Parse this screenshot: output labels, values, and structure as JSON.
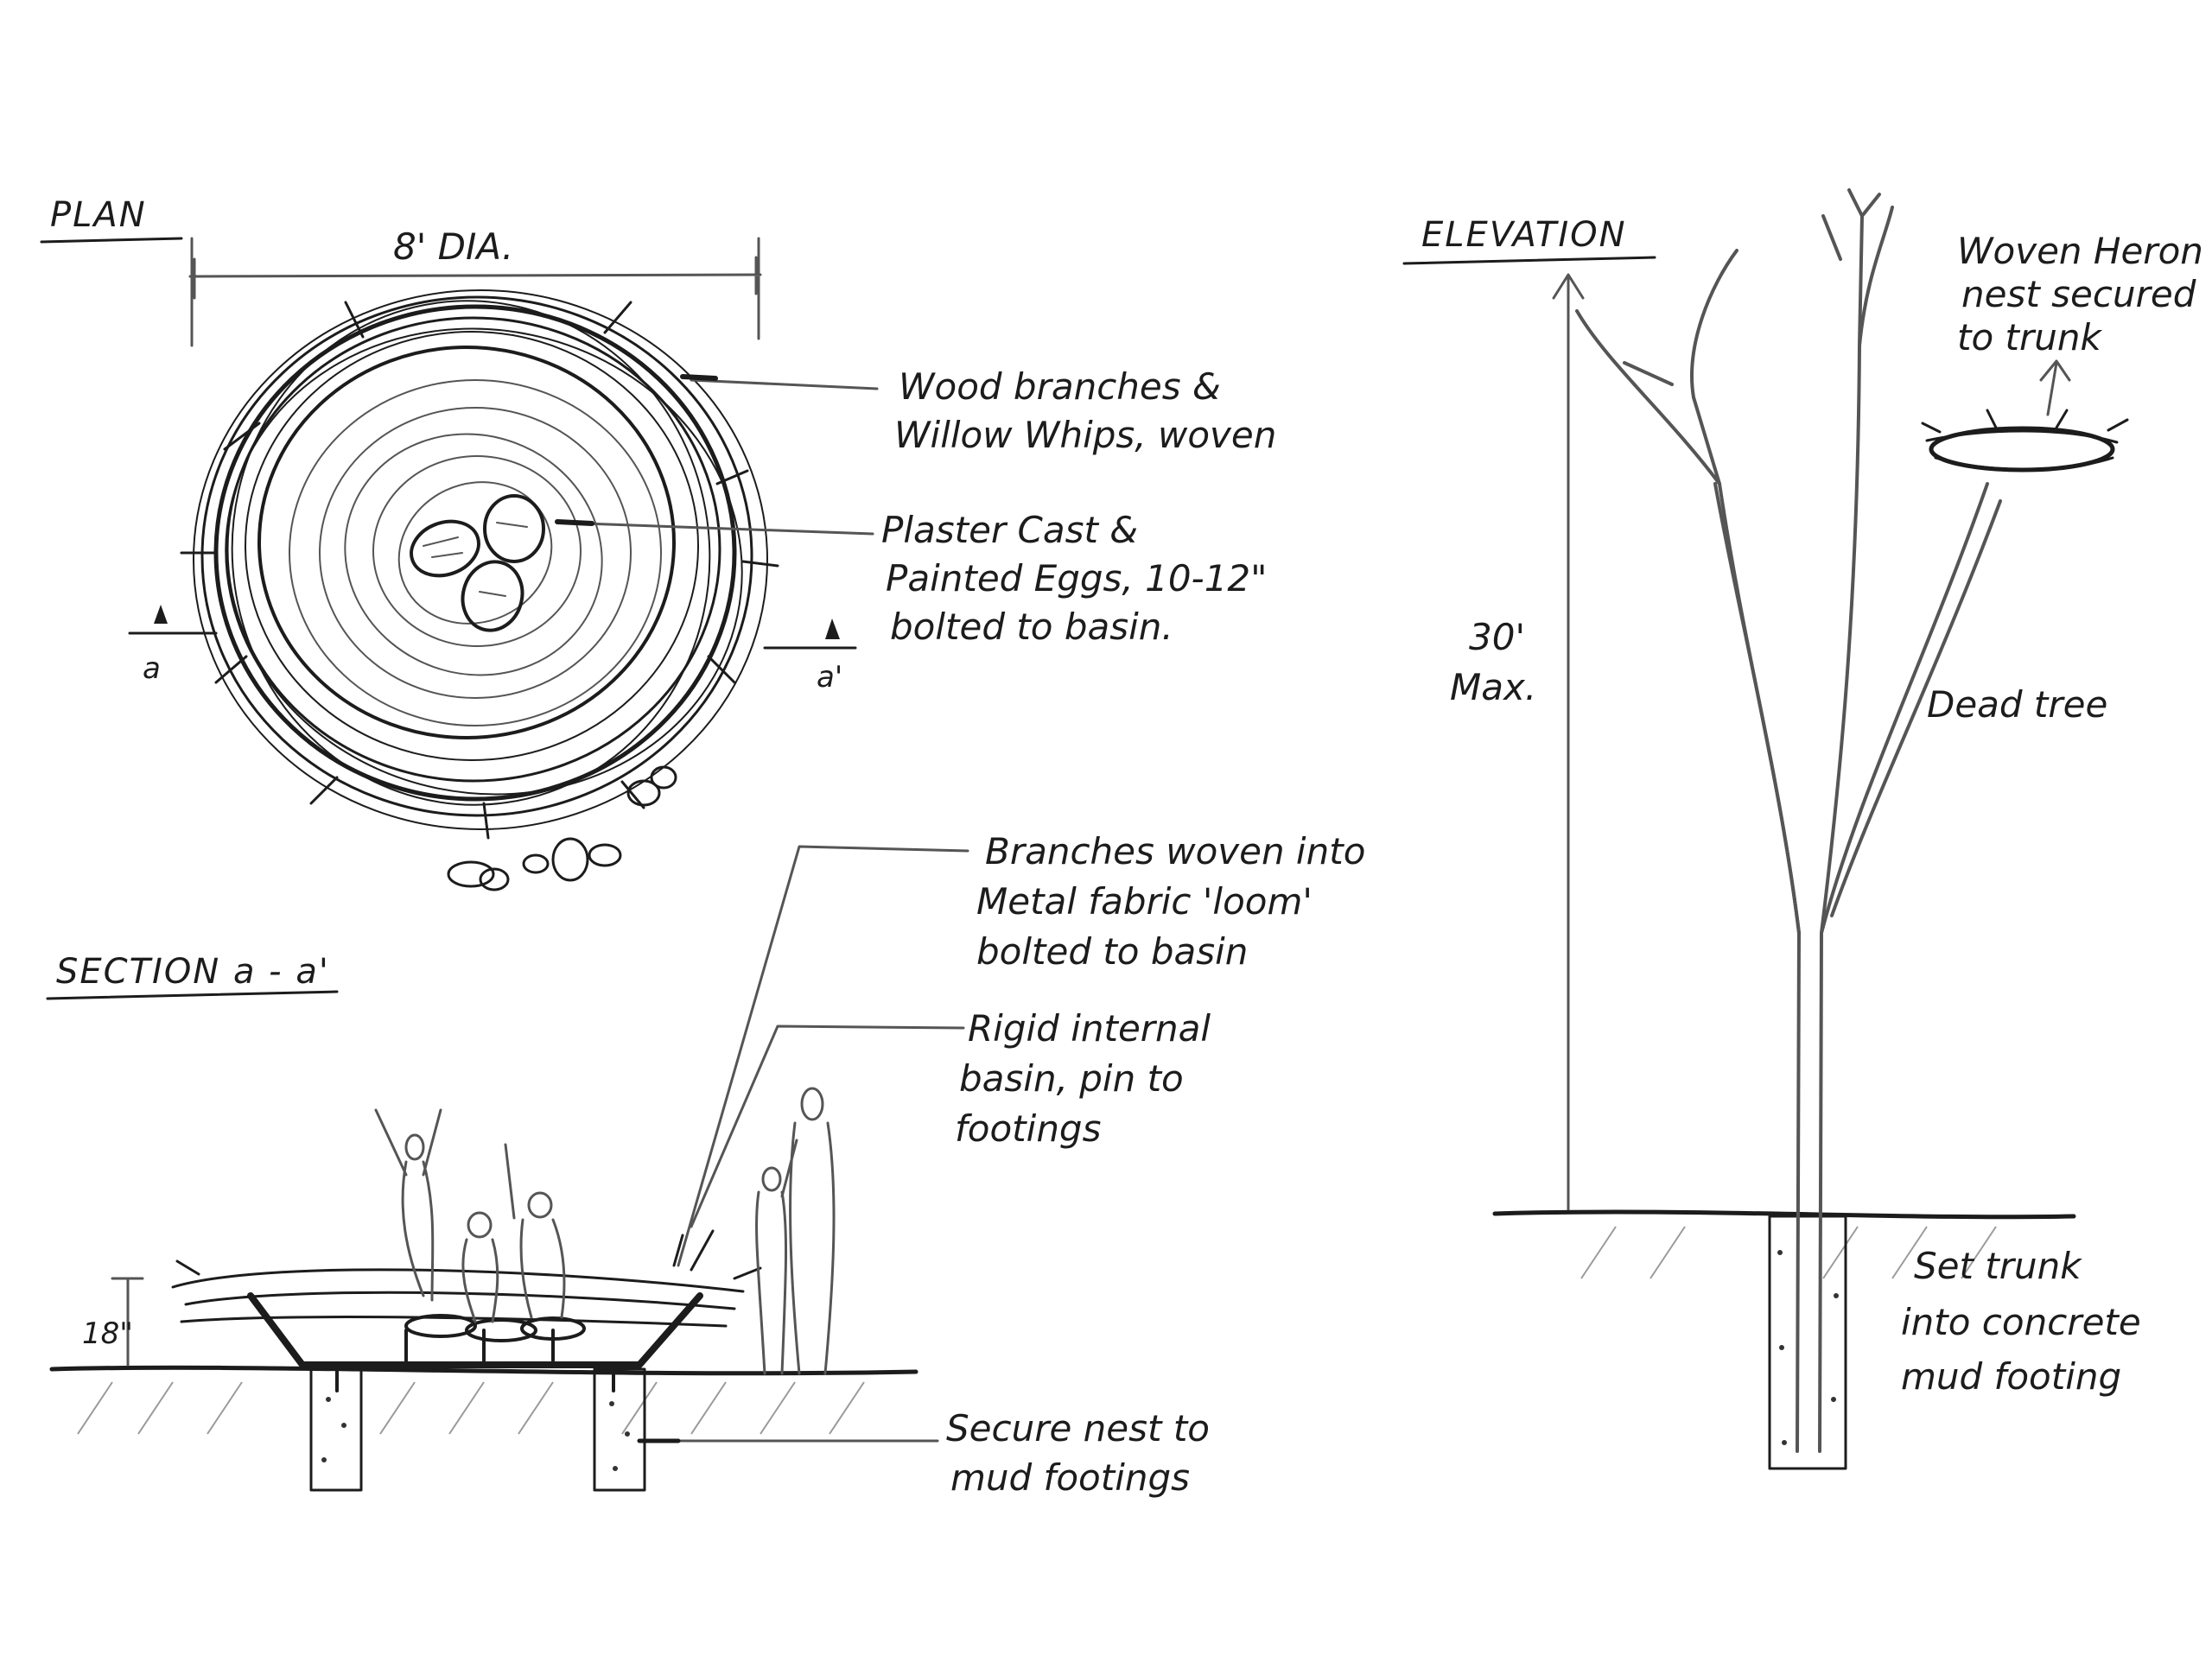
{
  "plan": {
    "heading": "PLAN",
    "dimension": "8' DIA.",
    "section_mark_left": "a",
    "section_mark_right": "a'",
    "note_branches": [
      "Wood branches &",
      "Willow Whips, woven"
    ],
    "note_eggs": [
      "Plaster Cast &",
      "Painted Eggs, 10-12\"",
      "bolted to basin."
    ]
  },
  "section": {
    "heading": "SECTION a - a'",
    "height_dim": "18\"",
    "note_loom": [
      "Branches woven into",
      "Metal fabric 'loom'",
      "bolted to basin"
    ],
    "note_basin": [
      "Rigid internal",
      "basin, pin to",
      "footings"
    ],
    "note_footings": [
      "Secure nest to",
      "mud footings"
    ]
  },
  "elevation": {
    "heading": "ELEVATION",
    "height_dim": [
      "30'",
      "Max."
    ],
    "note_nest": [
      "Woven Heron",
      "nest secured",
      "to trunk"
    ],
    "note_tree": "Dead tree",
    "note_trunk": [
      "Set trunk",
      "into concrete",
      "mud footing"
    ]
  }
}
